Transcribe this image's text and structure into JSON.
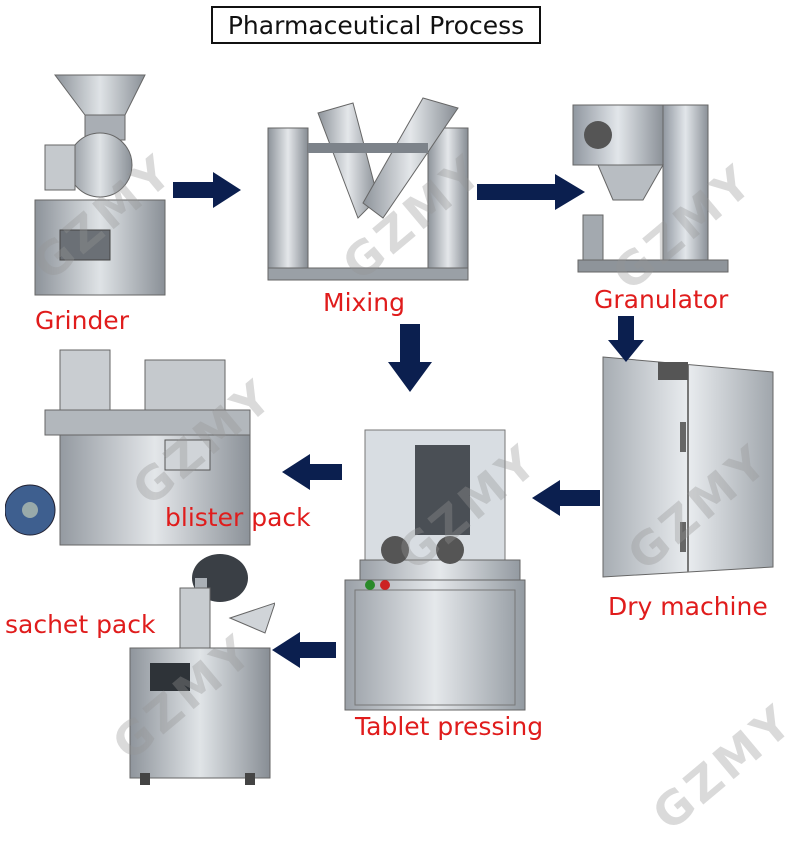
{
  "title": "Pharmaceutical Process",
  "watermark": "GZMY",
  "steps": {
    "grinder": "Grinder",
    "mixing": "Mixing",
    "granulator": "Granulator",
    "dry_machine": "Dry machine",
    "tablet_pressing": "Tablet pressing",
    "blister_pack": "blister pack",
    "sachet_pack": "sachet pack"
  },
  "colors": {
    "label": "#e01c1c",
    "arrow": "#0b1f4f",
    "steel": "#b9bec4"
  }
}
